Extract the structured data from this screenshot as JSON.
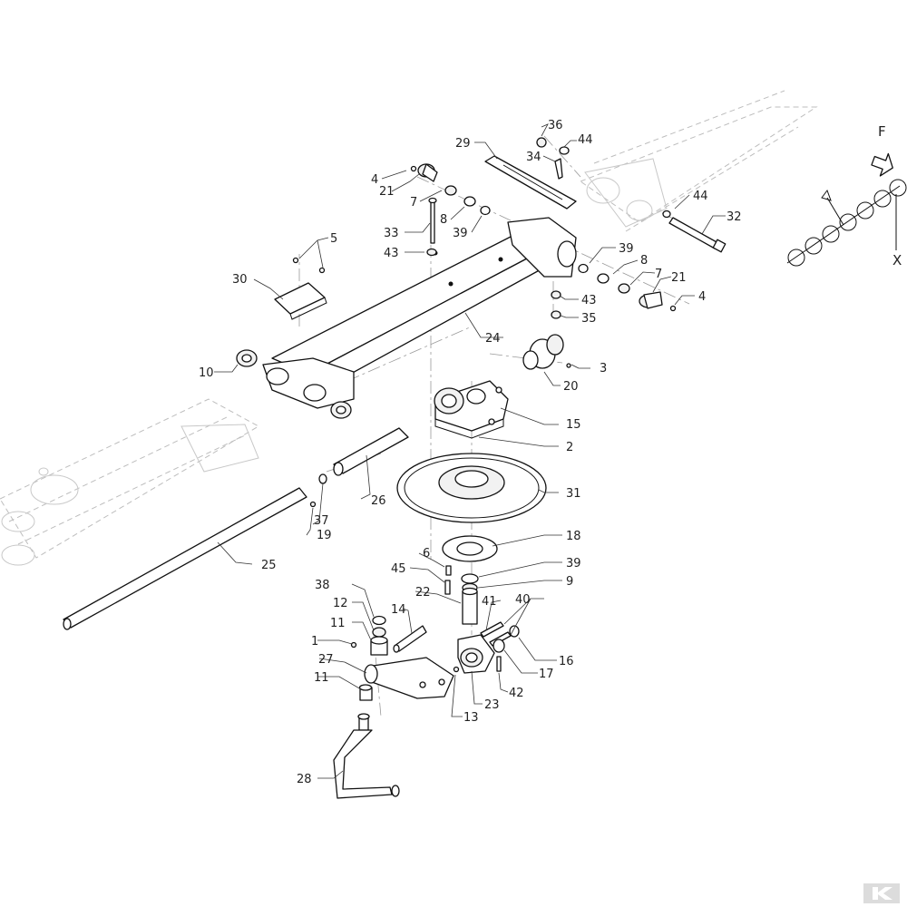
{
  "direction_marker": {
    "letter": "F"
  },
  "axis_marker": {
    "letter": "X"
  },
  "callouts": [
    {
      "id": "c36",
      "label": "36"
    },
    {
      "id": "c44a",
      "label": "44"
    },
    {
      "id": "c29",
      "label": "29"
    },
    {
      "id": "c34",
      "label": "34"
    },
    {
      "id": "c4a",
      "label": "4"
    },
    {
      "id": "c21a",
      "label": "21"
    },
    {
      "id": "c7a",
      "label": "7"
    },
    {
      "id": "c8a",
      "label": "8"
    },
    {
      "id": "c39a",
      "label": "39"
    },
    {
      "id": "c33",
      "label": "33"
    },
    {
      "id": "c44b",
      "label": "44"
    },
    {
      "id": "c32",
      "label": "32"
    },
    {
      "id": "c5",
      "label": "5"
    },
    {
      "id": "c43a",
      "label": "43"
    },
    {
      "id": "c39b",
      "label": "39"
    },
    {
      "id": "c8b",
      "label": "8"
    },
    {
      "id": "c7b",
      "label": "7"
    },
    {
      "id": "c21b",
      "label": "21"
    },
    {
      "id": "c4b",
      "label": "4"
    },
    {
      "id": "c30",
      "label": "30"
    },
    {
      "id": "c43b",
      "label": "43"
    },
    {
      "id": "c35",
      "label": "35"
    },
    {
      "id": "c24",
      "label": "24"
    },
    {
      "id": "c3",
      "label": "3"
    },
    {
      "id": "c10",
      "label": "10"
    },
    {
      "id": "c20",
      "label": "20"
    },
    {
      "id": "c15",
      "label": "15"
    },
    {
      "id": "c2",
      "label": "2"
    },
    {
      "id": "c31",
      "label": "31"
    },
    {
      "id": "c26",
      "label": "26"
    },
    {
      "id": "c37",
      "label": "37"
    },
    {
      "id": "c19",
      "label": "19"
    },
    {
      "id": "c18",
      "label": "18"
    },
    {
      "id": "c25",
      "label": "25"
    },
    {
      "id": "c6",
      "label": "6"
    },
    {
      "id": "c39c",
      "label": "39"
    },
    {
      "id": "c45",
      "label": "45"
    },
    {
      "id": "c9",
      "label": "9"
    },
    {
      "id": "c38",
      "label": "38"
    },
    {
      "id": "c22",
      "label": "22"
    },
    {
      "id": "c40",
      "label": "40"
    },
    {
      "id": "c41",
      "label": "41"
    },
    {
      "id": "c12",
      "label": "12"
    },
    {
      "id": "c14",
      "label": "14"
    },
    {
      "id": "c11a",
      "label": "11"
    },
    {
      "id": "c1",
      "label": "1"
    },
    {
      "id": "c16",
      "label": "16"
    },
    {
      "id": "c27",
      "label": "27"
    },
    {
      "id": "c17",
      "label": "17"
    },
    {
      "id": "c11b",
      "label": "11"
    },
    {
      "id": "c23",
      "label": "23"
    },
    {
      "id": "c42",
      "label": "42"
    },
    {
      "id": "c13",
      "label": "13"
    },
    {
      "id": "c28",
      "label": "28"
    }
  ]
}
